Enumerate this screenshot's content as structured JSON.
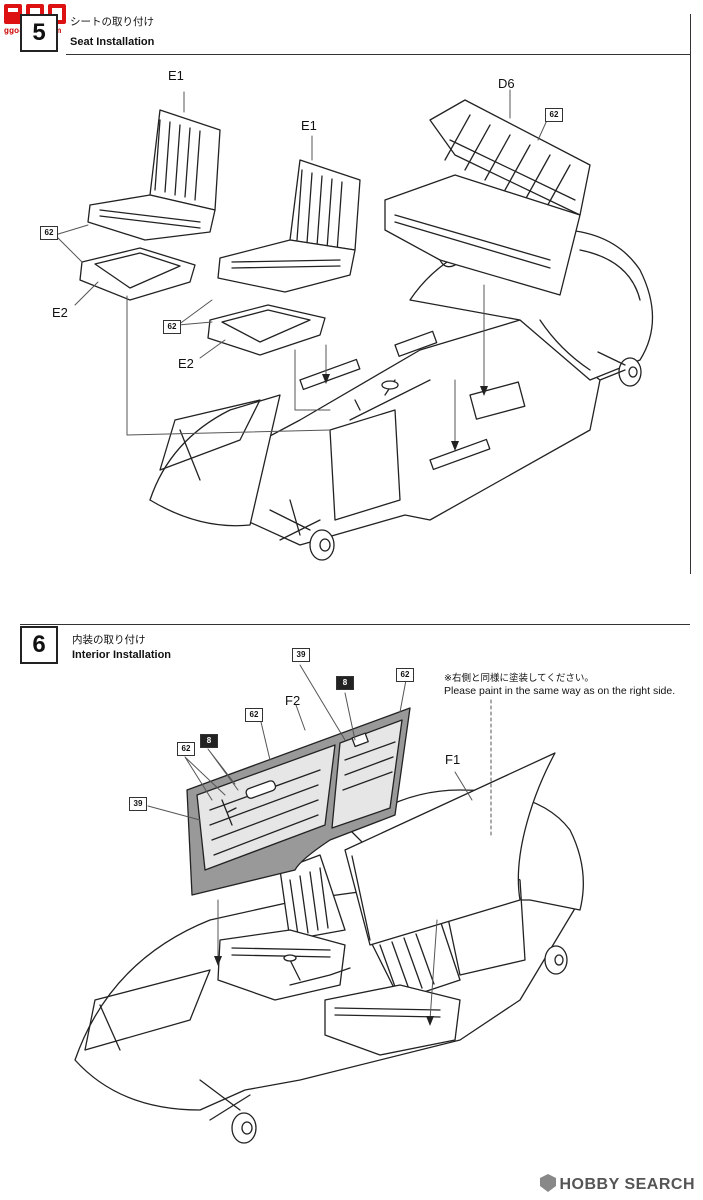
{
  "watermark": {
    "label": "ggo-shop.com"
  },
  "step5": {
    "number": "5",
    "title_jp": "シートの取り付け",
    "title_en": "Seat Installation"
  },
  "step6": {
    "number": "6",
    "title_jp": "内装の取り付け",
    "title_en": "Interior Installation"
  },
  "step5_parts": {
    "e1_left": "E1",
    "e1_right": "E1",
    "d6": "D6",
    "e2_left": "E2",
    "e2_right": "E2",
    "color_62_bench": "62",
    "color_62_left": "62",
    "color_62_right": "62"
  },
  "step6_parts": {
    "f1": "F1",
    "f2": "F2",
    "color_39_top": "39",
    "color_39_left": "39",
    "color_8_top": "8",
    "color_8_left": "8",
    "color_62_top": "62",
    "color_62_mid": "62",
    "color_62_left": "62"
  },
  "note": {
    "jp": "※右側と同様に塗装してください。",
    "en": "Please paint in the same way as on the right side."
  },
  "footer": {
    "logo": "HOBBY SEARCH"
  }
}
